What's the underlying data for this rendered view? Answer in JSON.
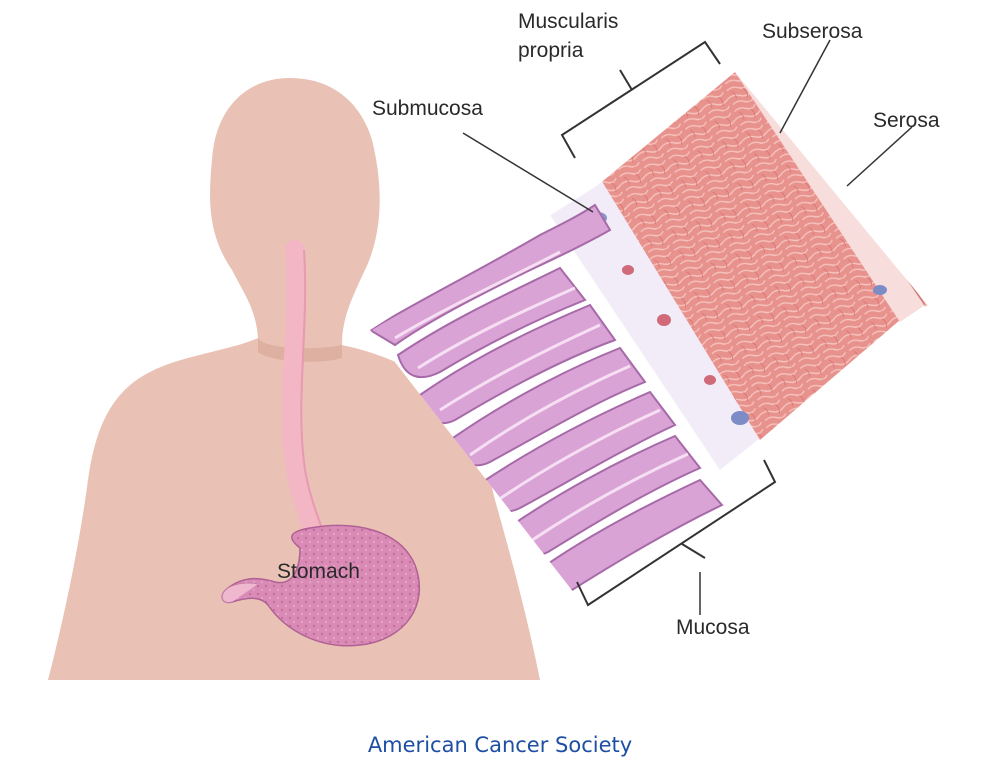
{
  "labels": {
    "muscularis_line1": "Muscularis",
    "muscularis_line2": "propria",
    "subserosa": "Subserosa",
    "submucosa": "Submucosa",
    "serosa": "Serosa",
    "stomach": "Stomach",
    "mucosa": "Mucosa"
  },
  "credit": "American Cancer Society",
  "colors": {
    "skin": "#e9c2b5",
    "skin_shadow": "#d9a99a",
    "esophagus": "#f2b6c4",
    "stomach": "#d98bb5",
    "muscle": "#e98f8b",
    "mucosa": "#d39ad0",
    "submucosa": "#f3eef8",
    "serosa": "#f4c9c3",
    "credit_text": "#1e4fa3"
  }
}
